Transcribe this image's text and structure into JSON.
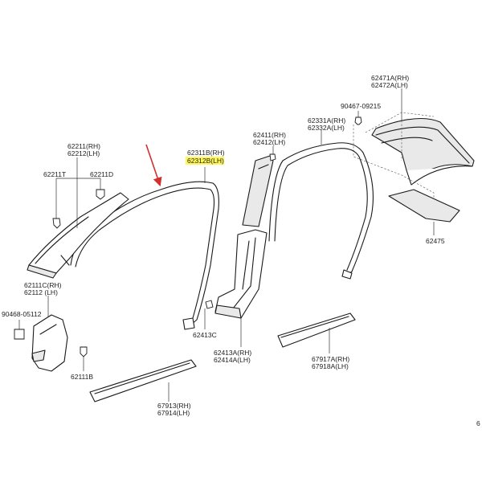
{
  "labels": {
    "p62471a": "62471A(RH)",
    "p62472a": "62472A(LH)",
    "p90467": "90467-09215",
    "p62331a": "62331A(RH)",
    "p62332a": "62332A(LH)",
    "p62411": "62411(RH)",
    "p62412": "62412(LH)",
    "p62311b": "62311B(RH)",
    "p62312b": "62312B(LH)",
    "p62211": "62211(RH)",
    "p62212": "62212(LH)",
    "p62211t": "62211T",
    "p62211d": "62211D",
    "p62111c": "62111C(RH)",
    "p62112": "62112 (LH)",
    "p90468": "90468-05112",
    "p62111b": "62111B",
    "p62413c": "62413C",
    "p62413a": "62413A(RH)",
    "p62414a": "62414A(LH)",
    "p62475": "62475",
    "p67917a": "67917A(RH)",
    "p67918a": "67918A(LH)",
    "p67913": "67913(RH)",
    "p67914": "67914(LH)",
    "page_mark": "6"
  },
  "colors": {
    "highlight": "#fff200",
    "arrow": "#d32f2f",
    "line": "#1a1a1a"
  }
}
